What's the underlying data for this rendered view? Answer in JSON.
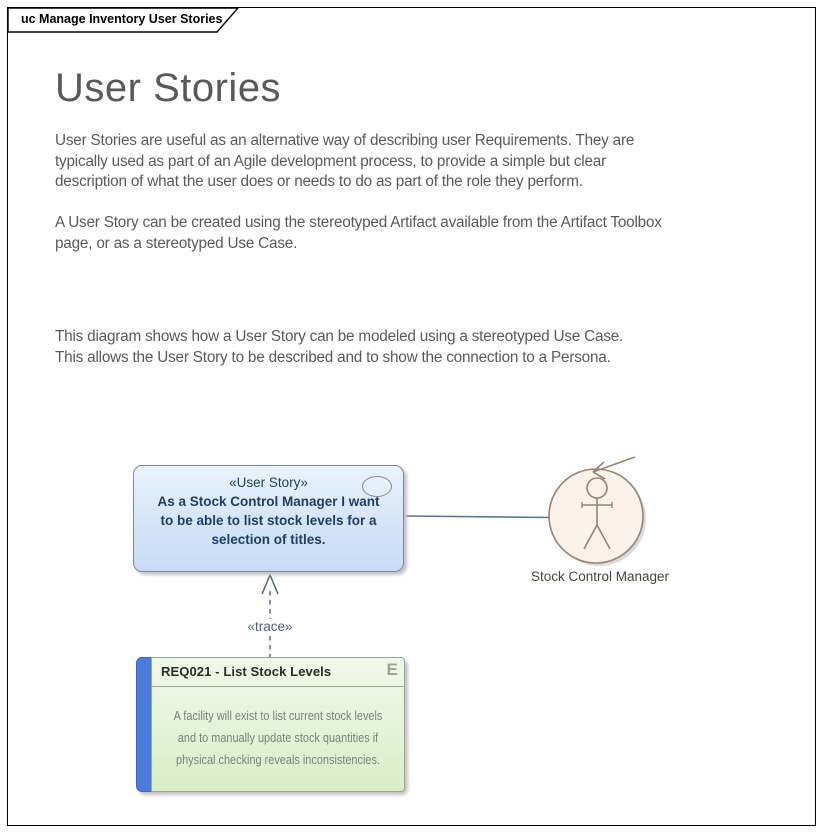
{
  "frame": {
    "tab_label": "uc Manage Inventory User Stories"
  },
  "article": {
    "title": "User Stories",
    "paragraphs": [
      {
        "lines": [
          "User Stories are useful as an alternative way of describing user Requirements.  They are",
          "typically used as part of an Agile development process, to provide a simple but clear",
          "description of what the user does or needs to do as part of the role they perform."
        ]
      },
      {
        "lines": [
          "A User Story can be created using the stereotyped Artifact available from the Artifact Toolbox",
          "page, or as a stereotyped Use Case."
        ]
      },
      {
        "lines": [
          "This diagram shows how a User Story can be modeled using a stereotyped Use Case.",
          "This allows the User Story to be described and to show the connection to a Persona."
        ]
      }
    ]
  },
  "diagram": {
    "user_story": {
      "stereotype": "«User Story»",
      "lines": [
        "As a Stock Control Manager I want",
        "to be able to list stock levels for a",
        "selection of titles."
      ]
    },
    "actor": {
      "label": "Stock Control Manager"
    },
    "trace": {
      "label": "«trace»"
    },
    "requirement": {
      "title": "REQ021 - List Stock Levels",
      "icon_letter": "E",
      "lines": [
        "A facility will exist to list current stock levels",
        "and to manually update stock quantities if",
        "physical checking reveals inconsistencies."
      ]
    },
    "icons": {
      "use_case_oval": "ellipse-shape",
      "external_requirement": "letter-E-glyph",
      "actor": "stick-figure-in-circle",
      "trace_arrow": "dashed-open-arrow"
    },
    "colors": {
      "user_story_fill_top": "#eaf3fd",
      "user_story_fill_bottom": "#c7dcf5",
      "user_story_text": "#1f3f66",
      "actor_fill": "#fbf2e9",
      "actor_stroke": "#9a8273",
      "requirement_fill_top": "#f0f9ea",
      "requirement_fill_bottom": "#d7edc5",
      "requirement_bar_blue": "#4a7ce0",
      "connector": "#5f7490",
      "frame_border": "#000000",
      "body_text": "#595959"
    }
  }
}
